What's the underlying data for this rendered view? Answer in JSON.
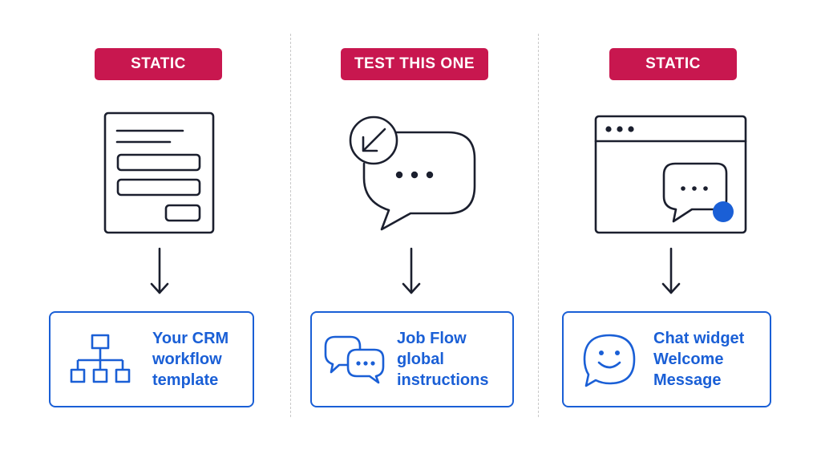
{
  "columns": [
    {
      "badge": "STATIC",
      "illustration": "form-page-icon",
      "card": {
        "icon": "workflow-hierarchy-icon",
        "lines": [
          "Your CRM",
          "workflow",
          "template"
        ]
      }
    },
    {
      "badge": "TEST THIS ONE",
      "illustration": "chat-bubble-incoming-arrow-icon",
      "card": {
        "icon": "chat-bubbles-icon",
        "lines": [
          "Job Flow",
          "global",
          "instructions"
        ]
      }
    },
    {
      "badge": "STATIC",
      "illustration": "browser-chat-widget-icon",
      "card": {
        "icon": "smiley-chat-icon",
        "lines": [
          "Chat widget",
          "Welcome",
          "Message"
        ]
      }
    }
  ],
  "colors": {
    "badge_bg": "#c8174f",
    "badge_text": "#ffffff",
    "card_accent": "#1a5fd6",
    "illustration_stroke": "#1b1f2e",
    "divider": "#c9c9c9"
  }
}
